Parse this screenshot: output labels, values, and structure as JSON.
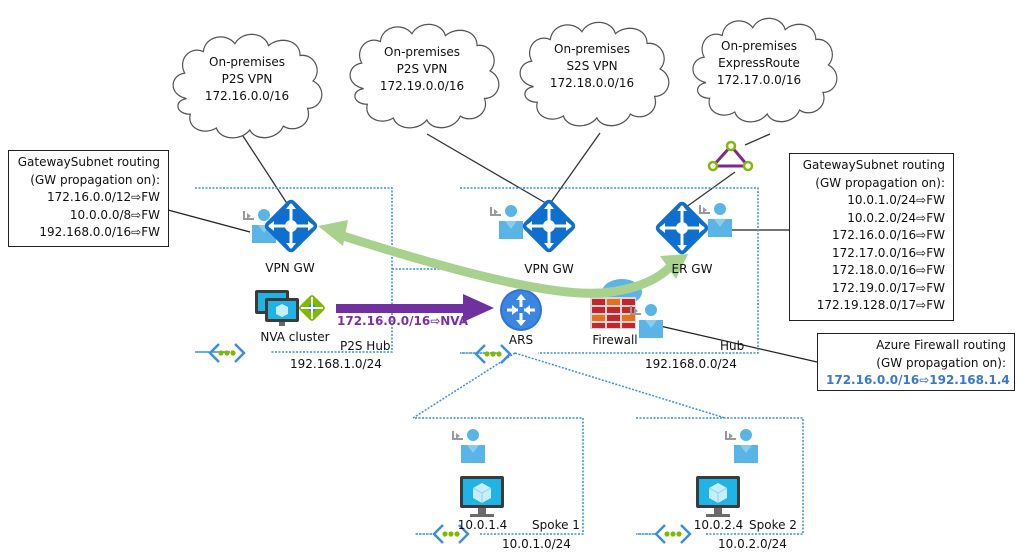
{
  "clouds": [
    {
      "line1": "On-premises",
      "line2": "P2S VPN",
      "line3": "172.16.0.0/16"
    },
    {
      "line1": "On-premises",
      "line2": "P2S VPN",
      "line3": "172.19.0.0/16"
    },
    {
      "line1": "On-premises",
      "line2": "S2S VPN",
      "line3": "172.18.0.0/16"
    },
    {
      "line1": "On-premises",
      "line2": "ExpressRoute",
      "line3": "172.17.0.0/16"
    }
  ],
  "left_route_box": {
    "title": "GatewaySubnet routing",
    "subtitle": "(GW propagation on):",
    "routes": [
      "172.16.0.0/12⇨FW",
      "10.0.0.0/8⇨FW",
      "192.168.0.0/16⇨FW"
    ]
  },
  "right_route_box": {
    "title": "GatewaySubnet routing",
    "subtitle": "(GW propagation on):",
    "routes": [
      "10.0.1.0/24⇨FW",
      "10.0.2.0/24⇨FW",
      "172.16.0.0/16⇨FW",
      "172.17.0.0/16⇨FW",
      "172.18.0.0/16⇨FW",
      "172.19.0.0/17⇨FW",
      "172.19.128.0/17⇨FW"
    ]
  },
  "firewall_route_box": {
    "title": "Azure Firewall routing",
    "subtitle": "(GW propagation on):",
    "route": "172.16.0.0/16⇨192.168.1.4"
  },
  "p2s_hub": {
    "name": "P2S Hub",
    "cidr": "192.168.1.0/24",
    "vpn_gw_label": "VPN GW",
    "nva_label": "NVA cluster"
  },
  "hub": {
    "name": "Hub",
    "cidr": "192.168.0.0/24",
    "vpn_gw_label": "VPN GW",
    "er_gw_label": "ER GW",
    "ars_label": "ARS",
    "firewall_label": "Firewall"
  },
  "nva_route_arrow": {
    "label": "172.16.0.0/16⇨NVA",
    "color": "#7030a0"
  },
  "traffic_arrow": {
    "color": "#a9d18e"
  },
  "spokes": [
    {
      "name": "Spoke 1",
      "cidr": "10.0.1.0/24",
      "vm_ip": "10.0.1.4"
    },
    {
      "name": "Spoke 2",
      "cidr": "10.0.2.0/24",
      "vm_ip": "10.0.2.4"
    }
  ],
  "colors": {
    "vnet_border": "#3c8fd6",
    "gateway_blue": "#0f6fcf",
    "route_highlight": "#3a78c9",
    "firewall_red": "#c8242b",
    "firewall_orange": "#e8701a",
    "express_route_purple": "#7d2a8f",
    "express_route_green": "#7fba00"
  }
}
